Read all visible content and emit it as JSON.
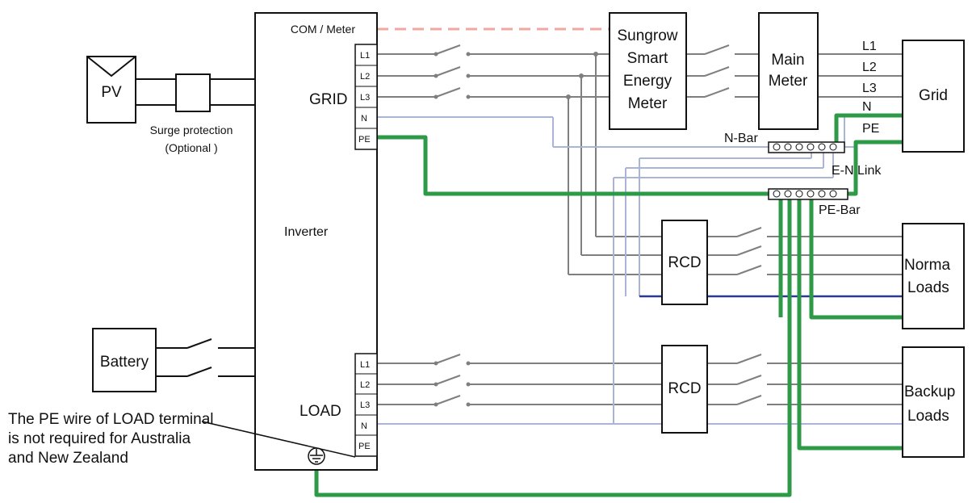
{
  "labels": {
    "pv": "PV",
    "surge_line1": "Surge protection",
    "surge_line2": "(Optional )",
    "com_meter": "COM / Meter",
    "grid": "GRID",
    "inverter": "Inverter",
    "load": "LOAD",
    "battery": "Battery",
    "terminals_grid": [
      "L1",
      "L2",
      "L3",
      "N",
      "PE"
    ],
    "terminals_load": [
      "L1",
      "L2",
      "L3",
      "N",
      "PE"
    ],
    "sungrow_meter": [
      "Sungrow",
      "Smart",
      "Energy",
      "Meter"
    ],
    "main_meter": [
      "Main",
      "Meter"
    ],
    "grid_box": "Grid",
    "grid_lines": [
      "L1",
      "L2",
      "L3",
      "N",
      "PE"
    ],
    "n_bar": "N-Bar",
    "e_n_link": "E-N Link",
    "pe_bar": "PE-Bar",
    "rcd_top": "RCD",
    "rcd_bottom": "RCD",
    "normal_loads": [
      "Norma",
      "Loads"
    ],
    "backup_loads": [
      "Backup",
      "Loads"
    ],
    "note": "The PE wire of LOAD terminal is not required for  Australia and New Zealand"
  },
  "colors": {
    "phase_wire": "#7f7f7f",
    "neutral_wire": "#aab4d6",
    "pe_wire": "#2e9a48",
    "com_wire": "#f0a8a0",
    "blue_wire": "#2b3a8c",
    "box_stroke": "#111111"
  }
}
